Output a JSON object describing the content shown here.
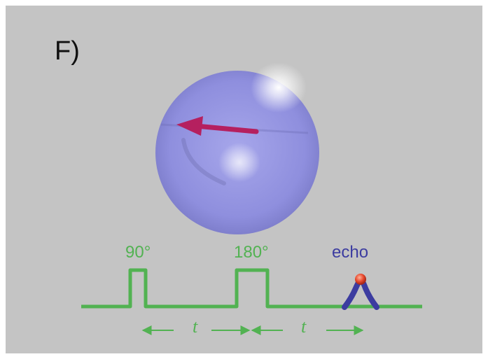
{
  "panel_label": "F)",
  "pulse_labels": {
    "first": "90°",
    "second": "180°",
    "echo": "echo"
  },
  "interval_labels": {
    "first": "t",
    "second": "t"
  },
  "colors": {
    "background": "#c4c4c4",
    "sphere": "#8c8ce0",
    "vector": "#b5205f",
    "pulse_line": "#52b252",
    "echo": "#3c3ca0",
    "echo_ball": "#e84a2e",
    "label_text": "#111111"
  }
}
